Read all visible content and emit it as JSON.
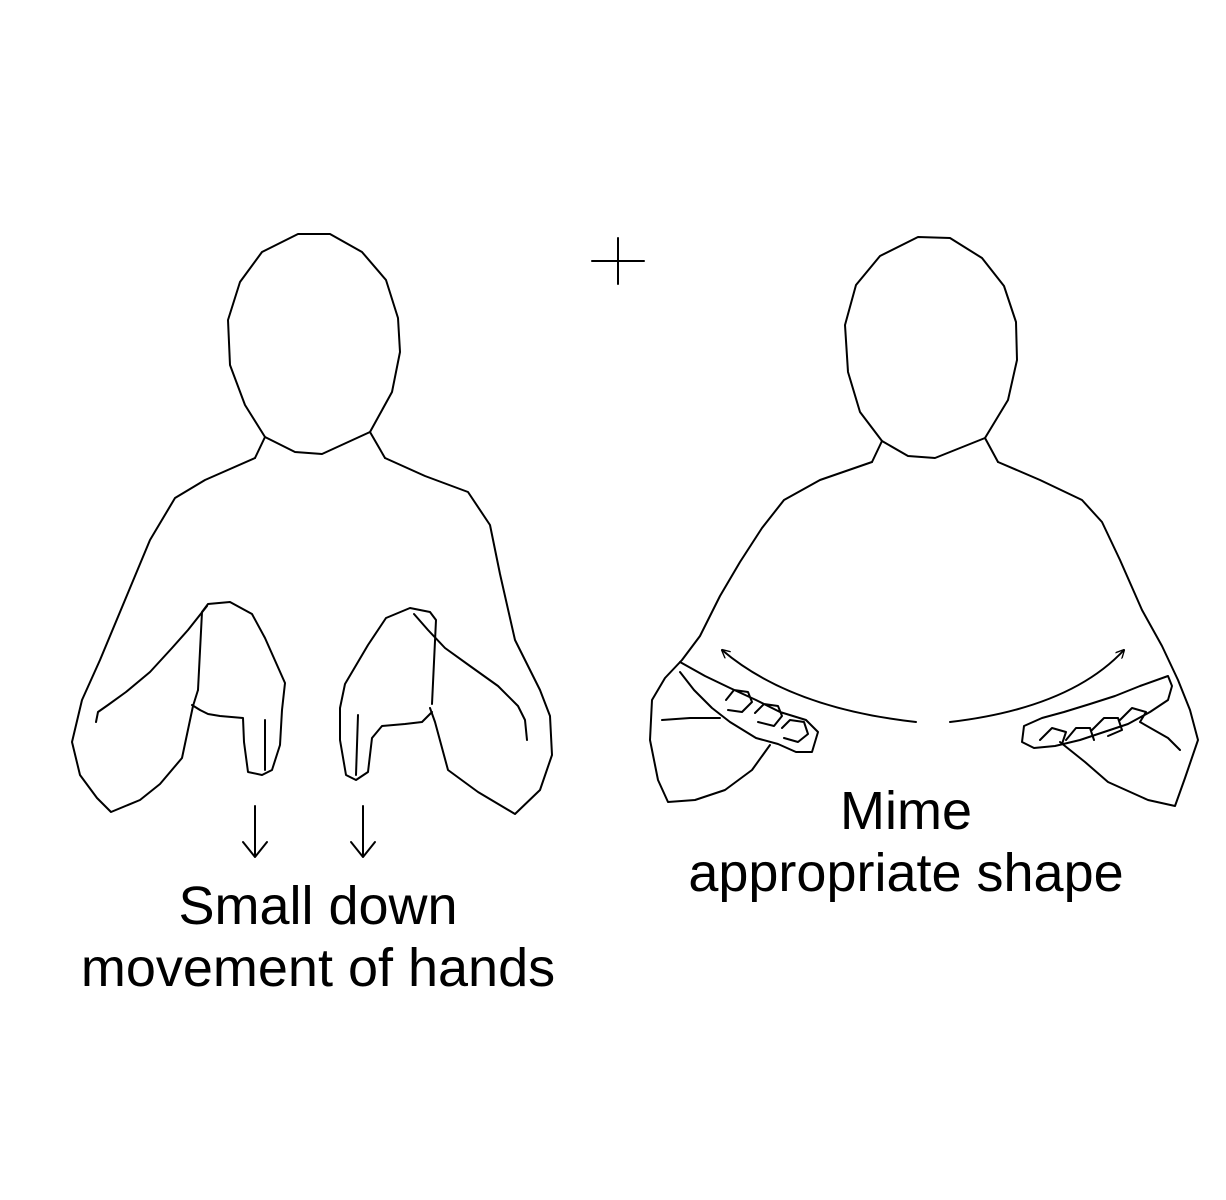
{
  "colors": {
    "stroke": "#000000",
    "background": "#ffffff"
  },
  "left_figure": {
    "caption_lines": [
      "Small down",
      "movement of hands"
    ]
  },
  "right_figure": {
    "caption_lines": [
      "Mime",
      "appropriate shape"
    ]
  },
  "separator": {
    "icon": "plus-icon"
  }
}
